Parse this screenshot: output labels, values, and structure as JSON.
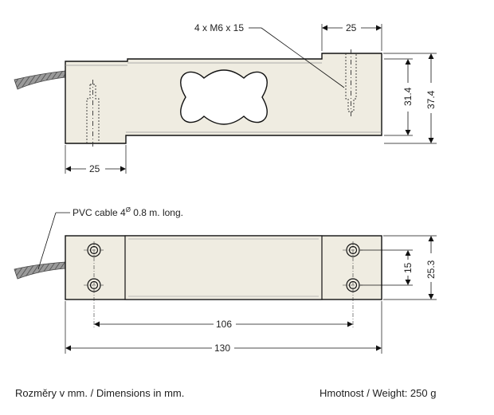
{
  "side_view": {
    "thread_label": "4 x M6 x 15",
    "dim_top_width": "25",
    "dim_bottom_width": "25",
    "dim_inner_height": "31.4",
    "dim_total_height": "37.4"
  },
  "top_view": {
    "cable_label": "PVC cable 4",
    "cable_diameter_symbol": "Ø",
    "cable_length": " 0.8 m. long.",
    "dim_hole_spacing": "15",
    "dim_width": "25.3",
    "dim_hole_pitch": "106",
    "dim_length": "130"
  },
  "footer": {
    "dimensions_note": "Rozměry v mm. / Dimensions in mm.",
    "weight_note": "Hmotnost / Weight: 250 g"
  },
  "colors": {
    "body_fill": "#efece1",
    "line": "#111111",
    "cable": "#8a8a8a"
  }
}
